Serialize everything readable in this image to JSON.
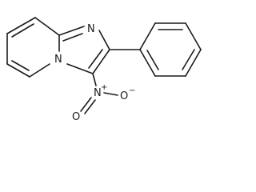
{
  "molecule": {
    "atoms": {
      "ring_nitrogen_top": "N",
      "ring_nitrogen_bridge": "N",
      "nitro_nitrogen": "N",
      "nitro_nitrogen_charge": "+",
      "nitro_oxygen_double": "O",
      "nitro_oxygen_single": "O",
      "nitro_oxygen_single_charge": "−"
    }
  }
}
